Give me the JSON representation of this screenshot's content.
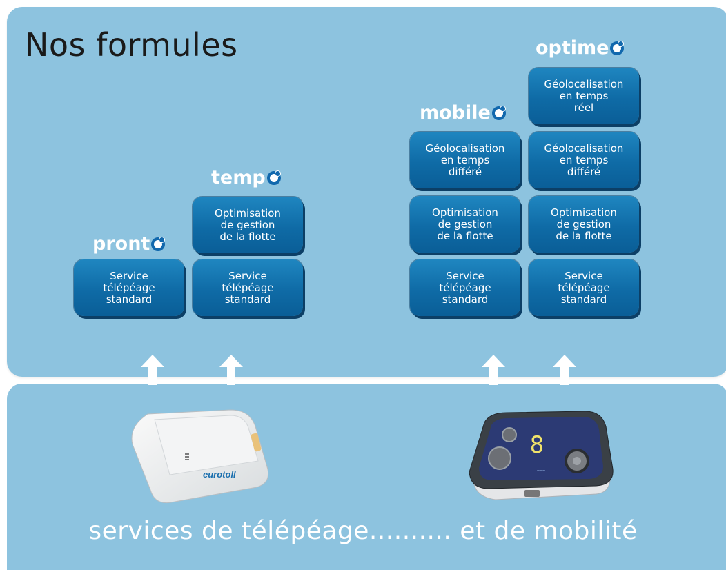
{
  "title": "Nos formules",
  "plans": {
    "pronto": {
      "name": "pront"
    },
    "tempo": {
      "name": "temp"
    },
    "mobileo": {
      "name": "mobile"
    },
    "optimeo": {
      "name": "optime"
    }
  },
  "tiles": {
    "service": "Service\ntélépéage\nstandard",
    "optimisation": "Optimisation\nde gestion\nde la flotte",
    "geo_differe": "Géolocalisation\nen temps\ndifféré",
    "geo_reel": "Géolocalisation\nen temps\nréel"
  },
  "device_left": {
    "brand": "eurotoll"
  },
  "device_right": {
    "display": "8"
  },
  "tagline": "services de télépéage.......... et de mobilité",
  "colors": {
    "panel": "#8dc3df",
    "tile": "#1168ad",
    "arrow": "#ffffff"
  }
}
